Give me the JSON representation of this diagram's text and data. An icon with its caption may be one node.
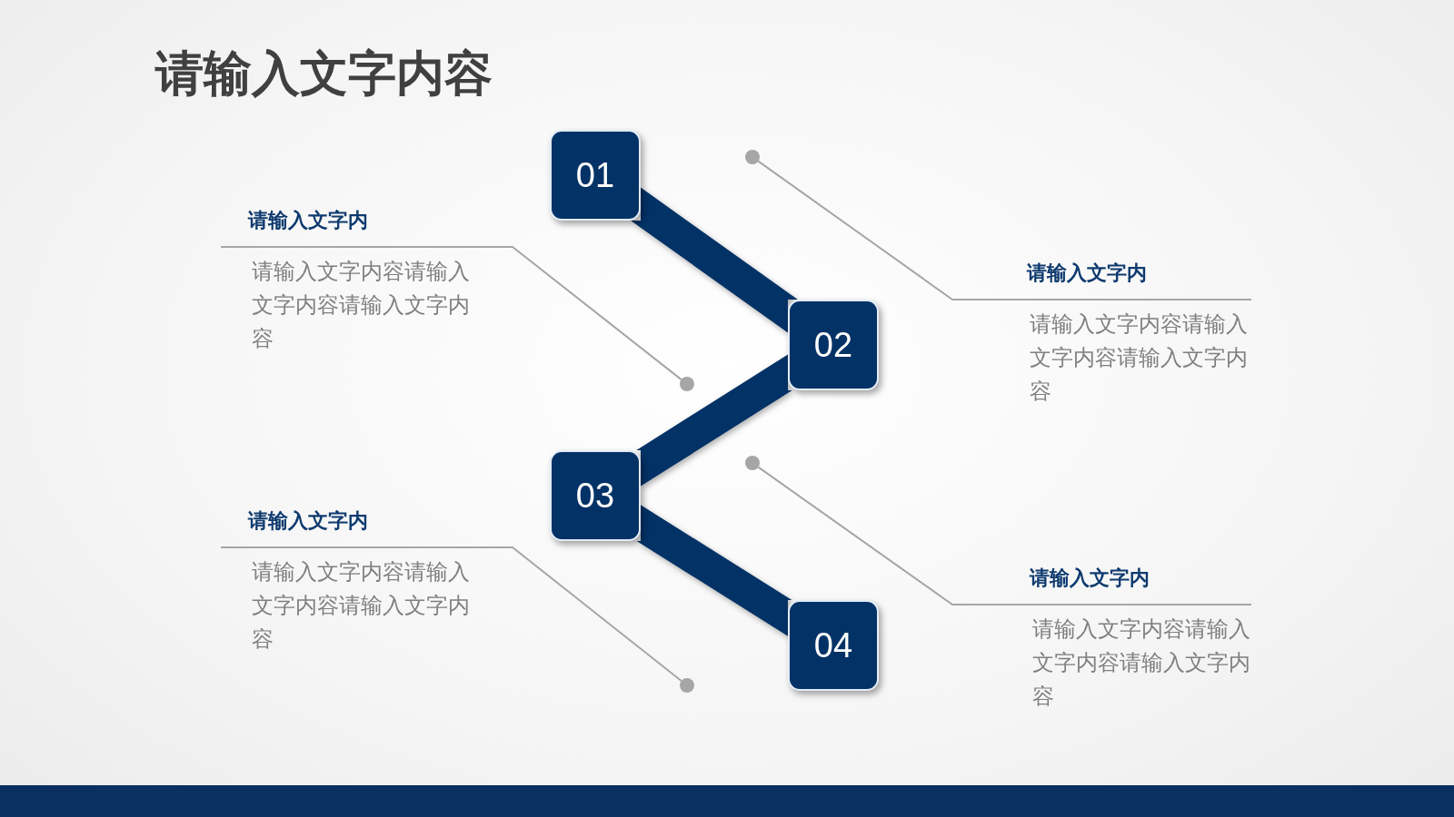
{
  "diagram": {
    "title": "请输入文字内容",
    "nodes": [
      {
        "text": [
          "01"
        ]
      },
      {
        "text": [
          "02"
        ]
      },
      {
        "text": [
          "03"
        ]
      },
      {
        "text": [
          "04"
        ]
      },
      {
        "text": [
          "请输入文字内",
          "请输入文字内容请输入文字内容请输入文字内容"
        ]
      },
      {
        "text": [],
        "shape": "circle"
      },
      {
        "text": [
          "请输入文字内",
          "请输入文字内容请输入文字内容请输入文字内容"
        ]
      },
      {
        "text": [],
        "shape": "circle"
      },
      {
        "text": [
          "请输入文字内",
          "请输入文字内容请输入文字内容请输入文字内容"
        ]
      },
      {
        "text": [],
        "shape": "circle"
      },
      {
        "text": [
          "请输入文字内",
          "请输入文字内容请输入文字内容请输入文字内容"
        ]
      },
      {
        "text": [],
        "shape": "circle"
      }
    ],
    "edges": [
      {
        "from": 0,
        "to": 1,
        "arrow": "none",
        "style": "thick",
        "color": "#033266"
      },
      {
        "from": 1,
        "to": 2,
        "arrow": "none",
        "style": "thick",
        "color": "#033266"
      },
      {
        "from": 2,
        "to": 3,
        "arrow": "none",
        "style": "thick",
        "color": "#033266"
      },
      {
        "from": 4,
        "to": 5,
        "arrow": "none"
      },
      {
        "from": 6,
        "to": 7,
        "arrow": "none"
      },
      {
        "from": 8,
        "to": 9,
        "arrow": "none"
      },
      {
        "from": 10,
        "to": 11,
        "arrow": "none"
      }
    ]
  }
}
